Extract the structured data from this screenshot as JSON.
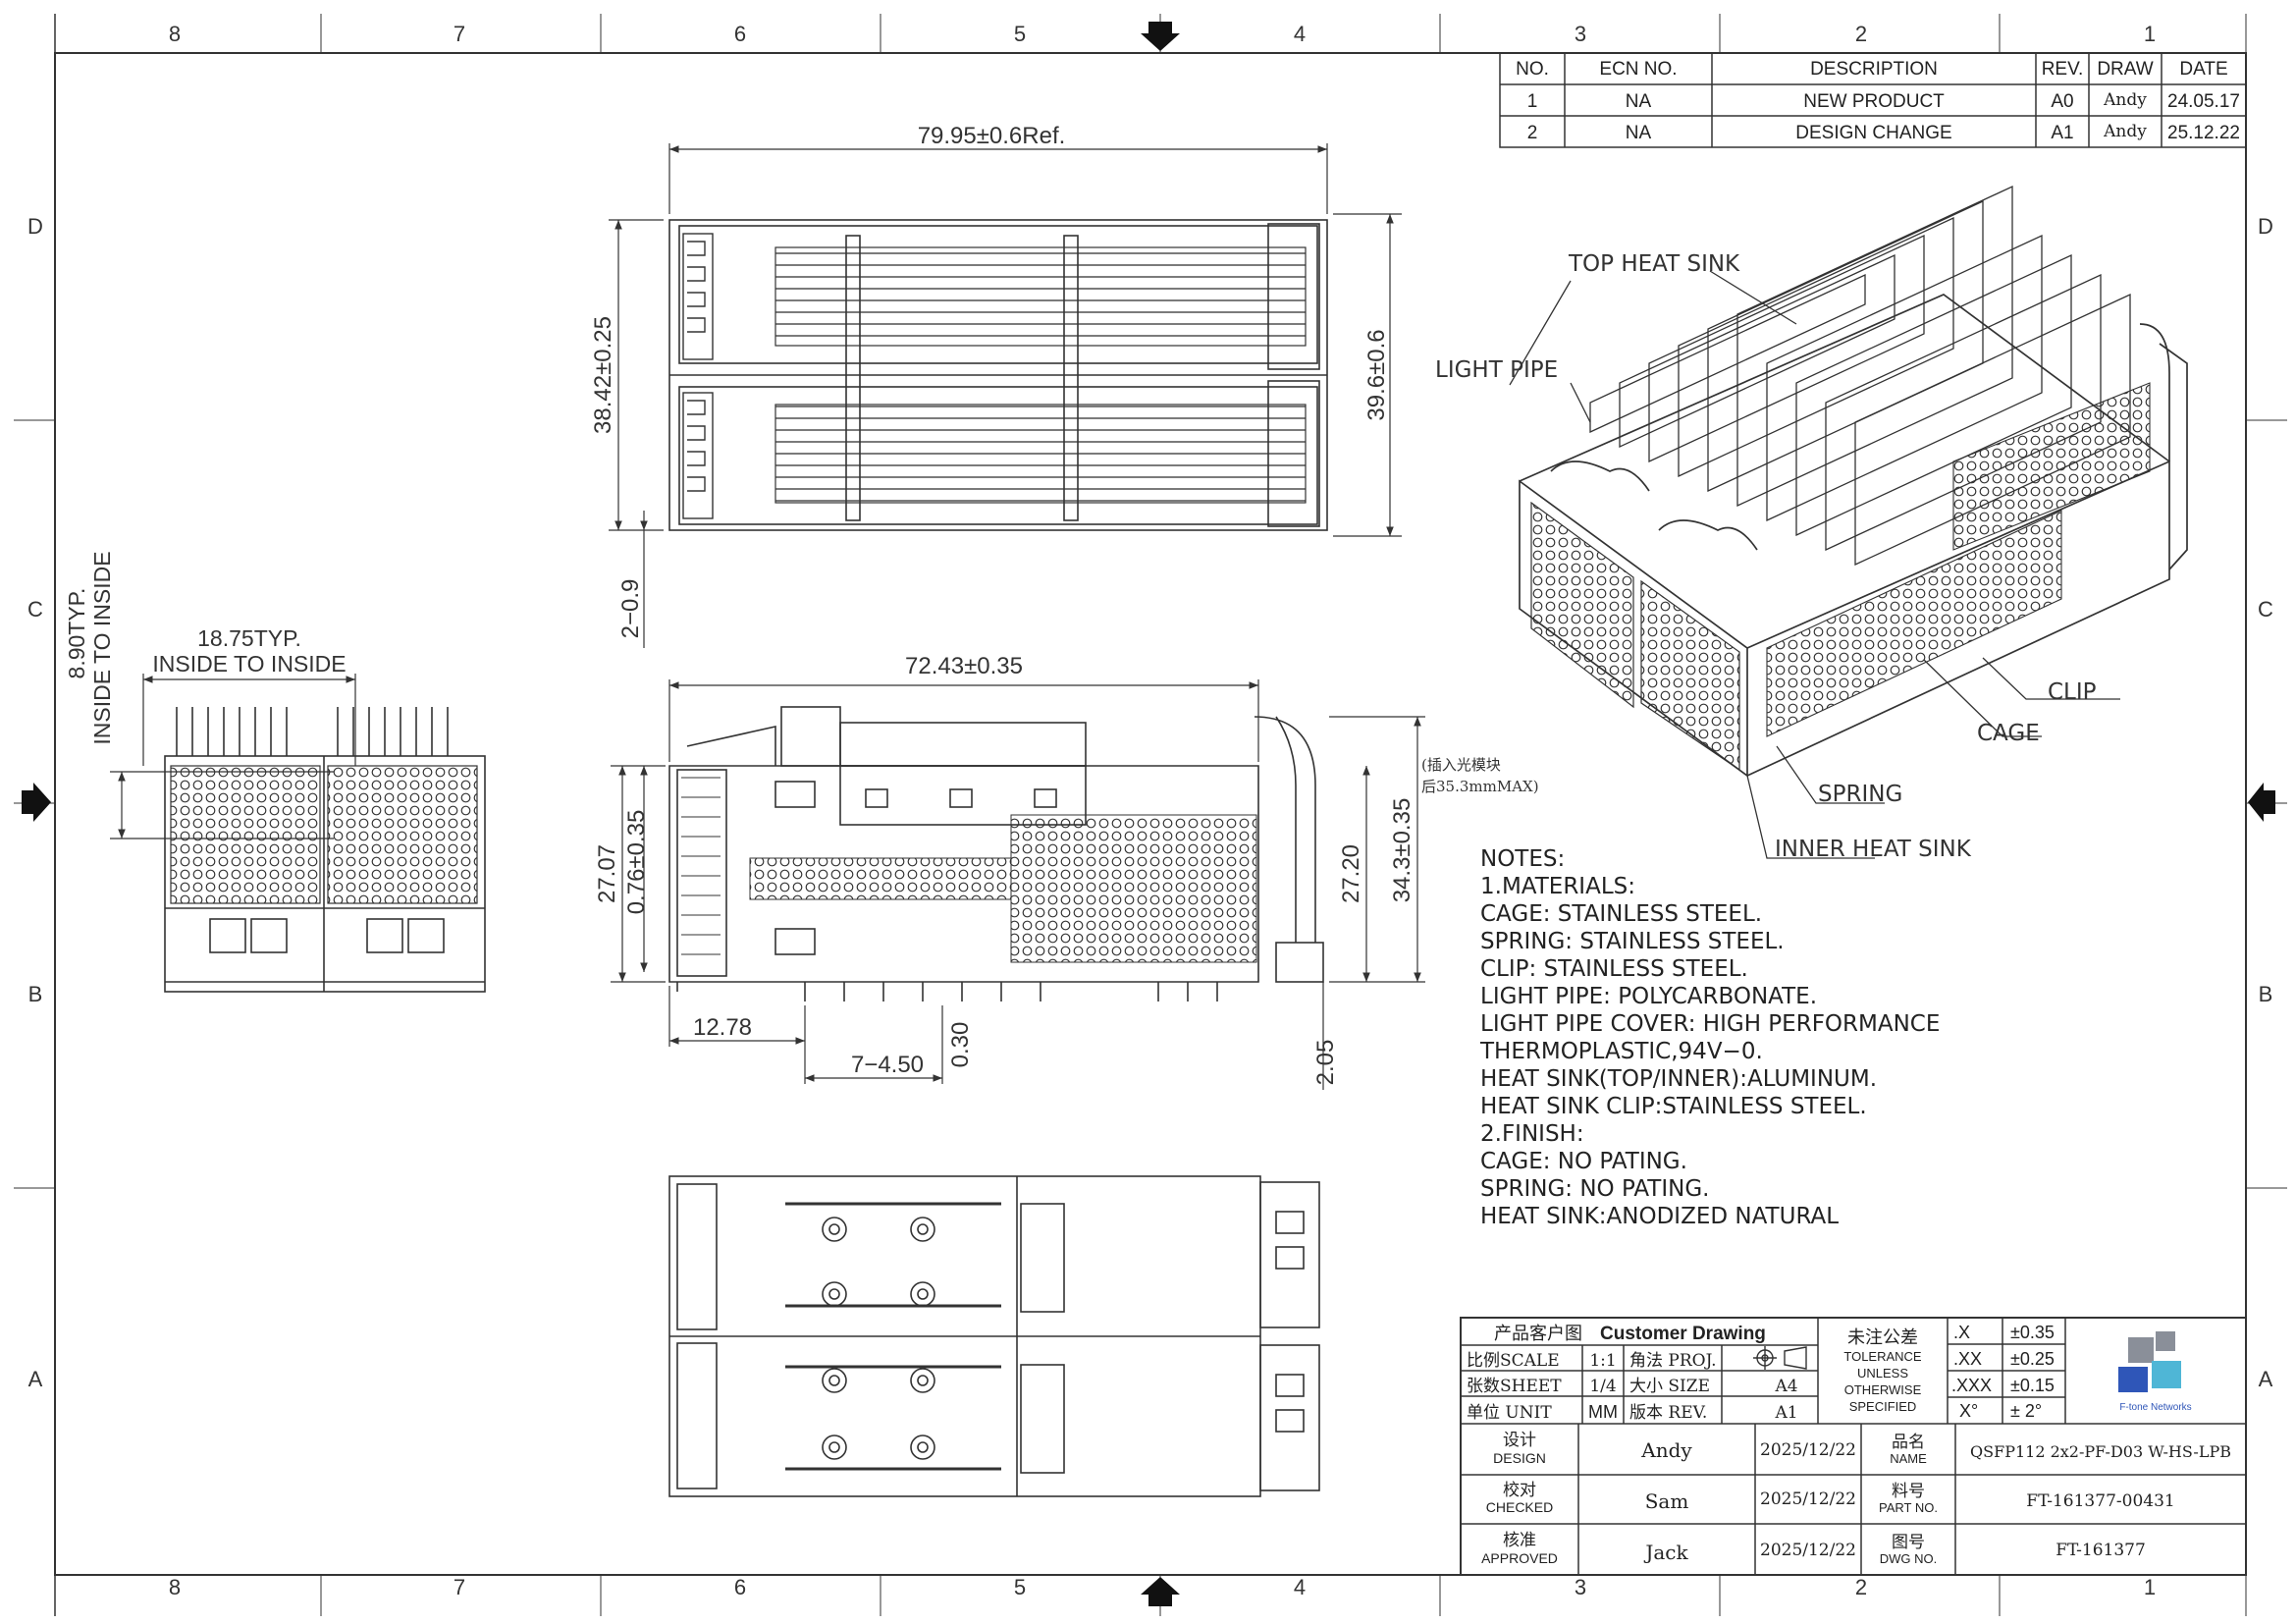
{
  "frame": {
    "cols_top": [
      "8",
      "7",
      "6",
      "5",
      "4",
      "3",
      "2",
      "1"
    ],
    "rows": [
      "D",
      "C",
      "B",
      "A"
    ]
  },
  "revision_table": {
    "headers": [
      "NO.",
      "ECN NO.",
      "DESCRIPTION",
      "REV.",
      "DRAW",
      "DATE"
    ],
    "rows": [
      [
        "1",
        "NA",
        "NEW  PRODUCT",
        "A0",
        "Andy",
        "24.05.17"
      ],
      [
        "2",
        "NA",
        "DESIGN CHANGE",
        "A1",
        "Andy",
        "25.12.22"
      ]
    ]
  },
  "top_view": {
    "dim_length": "79.95±0.6Ref.",
    "dim_width_left": "38.42±0.25",
    "dim_width_right": "39.6±0.6",
    "dim_offset": "2−0.9"
  },
  "end_view": {
    "dim_pitch_top": "18.75TYP.",
    "dim_pitch_bottom": "INSIDE  TO  INSIDE",
    "dim_vert_top": "8.90TYP.",
    "dim_vert_bottom": "INSIDE  TO  INSIDE"
  },
  "side_view": {
    "dim_length": "72.43±0.35",
    "dim_27_07": "27.07",
    "dim_0_76": "0.76±0.35",
    "dim_27_20": "27.20",
    "dim_34_3": "34.3±0.35",
    "dim_12_78": "12.78",
    "dim_7_4_50": "7−4.50",
    "dim_0_30": "0.30",
    "dim_2_05": "2.05",
    "note_cn_1": "(插入光模块",
    "note_cn_2": "后35.3mmMAX)"
  },
  "iso_labels": {
    "top_heat_sink": "TOP  HEAT  SINK",
    "light_pipe": "LIGHT  PIPE",
    "clip": "CLIP",
    "cage": "CAGE",
    "spring": "SPRING",
    "inner_heat_sink": "INNER  HEAT  SINK"
  },
  "notes": {
    "title": "NOTES:",
    "lines": [
      "1.MATERIALS:",
      "    CAGE:  STAINLESS  STEEL.",
      "    SPRING:  STAINLESS  STEEL.",
      "    CLIP:  STAINLESS  STEEL.",
      "    LIGHT  PIPE:  POLYCARBONATE.",
      "    LIGHT  PIPE  COVER:  HIGH  PERFORMANCE",
      "                                    THERMOPLASTIC,94V−0.",
      "    HEAT  SINK(TOP/INNER):ALUMINUM.",
      "    HEAT  SINK  CLIP:STAINLESS  STEEL.",
      "2.FINISH:",
      "    CAGE:  NO  PATING.",
      "    SPRING:  NO  PATING.",
      "    HEAT  SINK:ANODIZED  NATURAL"
    ]
  },
  "title_block": {
    "customer_cn": "产品客户图",
    "customer_en": "Customer Drawing",
    "scale_label": "比例SCALE",
    "scale_value": "1:1",
    "proj_label": "角法 PROJ.",
    "sheet_label": "张数SHEET",
    "sheet_value": "1/4",
    "size_label": "大小 SIZE",
    "size_value": "A4",
    "unit_label": "单位 UNIT",
    "unit_value": "MM",
    "rev_label": "版本 REV.",
    "rev_value": "A1",
    "tol_cn": "未注公差",
    "tol_en": [
      "TOLERANCE",
      "UNLESS",
      "OTHERWISE",
      "SPECIFIED"
    ],
    "tol_rows": [
      [
        ".X",
        "±0.35"
      ],
      [
        ".XX",
        "±0.25"
      ],
      [
        ".XXX",
        "±0.15"
      ],
      [
        "X°",
        "±  2°"
      ]
    ],
    "design_cn": "设计",
    "design_en": "DESIGN",
    "design_name": "Andy",
    "design_date": "2025/12/22",
    "checked_cn": "校对",
    "checked_en": "CHECKED",
    "checked_name": "Sam",
    "checked_date": "2025/12/22",
    "approved_cn": "核准",
    "approved_en": "APPROVED",
    "approved_name": "Jack",
    "approved_date": "2025/12/22",
    "name_cn": "品名",
    "name_en": "NAME",
    "name_value": "QSFP112 2x2-PF-D03 W-HS-LPB",
    "part_cn": "料号",
    "part_en": "PART NO.",
    "part_value": "FT-161377-00431",
    "dwg_cn": "图号",
    "dwg_en": "DWG NO.",
    "dwg_value": "FT-161377",
    "logo_text": "F-tone Networks",
    "logo_colors": {
      "grey": "#8a8f99",
      "blue": "#2f56b8",
      "cyan": "#4fb6d6"
    }
  }
}
